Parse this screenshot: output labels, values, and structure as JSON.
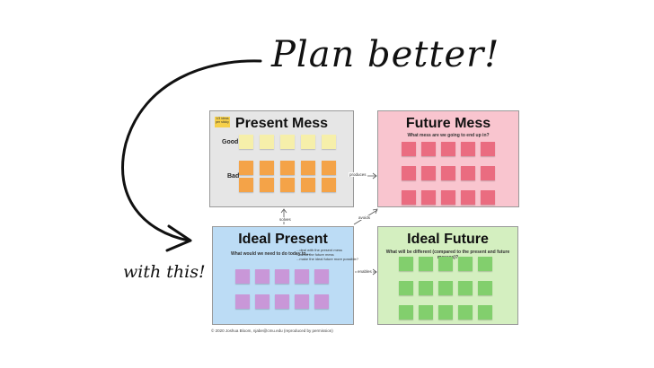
{
  "headline": "Plan better!",
  "subhead": "with this!",
  "tag_text": "1/3 ideas per sticky",
  "present_mess": {
    "title": "Present Mess",
    "good_label": "Good",
    "bad_label": "Bad",
    "bg": "#e6e6e6"
  },
  "future_mess": {
    "title": "Future Mess",
    "subtitle": "What mess are we going to end up in?",
    "bg": "#f9c5cf"
  },
  "ideal_present": {
    "title": "Ideal Present",
    "subtitle": "What would we need to do today to...",
    "goals": [
      "...deal with the present mess",
      "...avoid the future mess",
      "...make the ideal future more possible?"
    ],
    "bg": "#bcdcf5"
  },
  "ideal_future": {
    "title": "Ideal Future",
    "subtitle": "What will be different (compared to the present and future messes)?",
    "bg": "#d4efc0"
  },
  "connectors": {
    "produces": "produces",
    "avoids": "avoids",
    "solves": "solves",
    "enables": "enables"
  },
  "copyright": "© 2020 Joshua Bloom, njabe@cmu.edu (reproduced by permission)",
  "colors": {
    "yellow": "#f6efaa",
    "orange": "#f4a348",
    "pink": "#ea6c80",
    "purple": "#c997d8",
    "green": "#82cf6d"
  }
}
